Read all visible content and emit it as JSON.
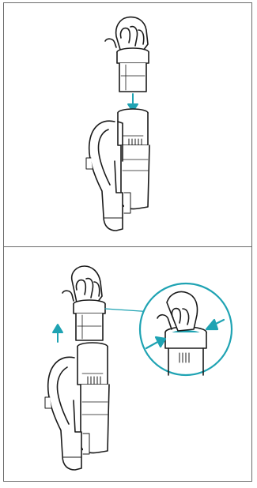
{
  "figure": {
    "panels": [
      {
        "id": "step-insert",
        "action": "insert-filter"
      },
      {
        "id": "step-remove",
        "action": "remove-filter"
      }
    ],
    "colors": {
      "line": "#1a1a1a",
      "accent": "#1fa3b3",
      "frame": "#6b6b6b",
      "fill": "#ffffff",
      "shade": "#cfcfcf"
    },
    "icons": [
      "hand-icon",
      "filter-cartridge-icon",
      "vacuum-icon",
      "arrow-down-icon",
      "arrow-up-icon",
      "magnifier-circle-icon",
      "squeeze-arrows-icon"
    ]
  }
}
